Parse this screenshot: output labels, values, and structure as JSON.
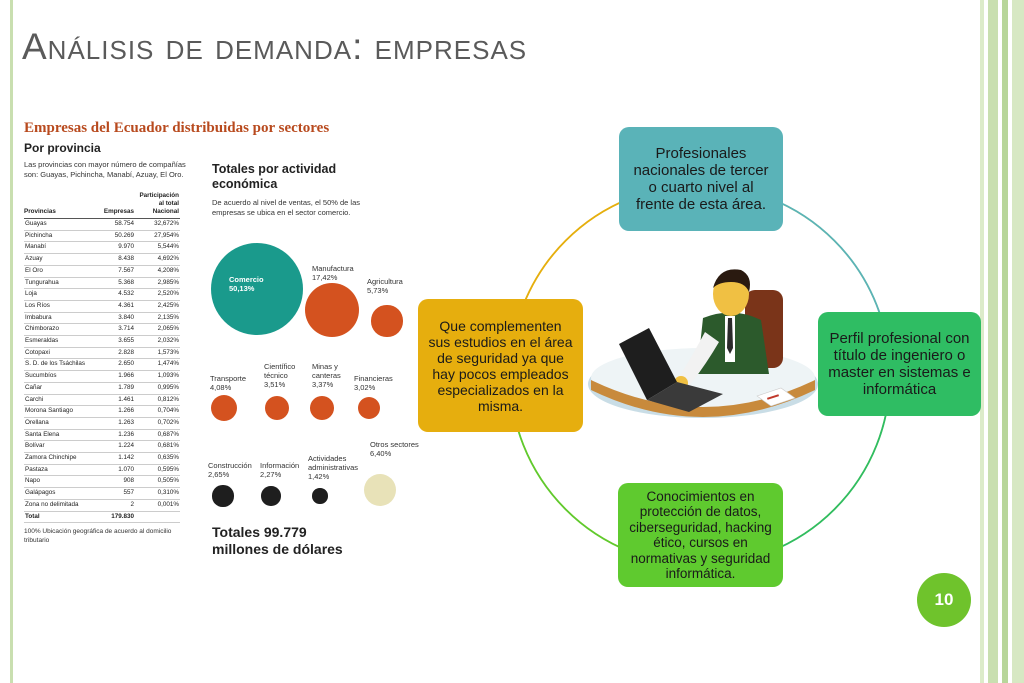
{
  "slide": {
    "title": "Análisis de demanda: empresas",
    "page_number": "10"
  },
  "infographic": {
    "title": "Empresas del Ecuador distribuidas por sectores",
    "subtitle": "Por provincia",
    "description": "Las provincias con mayor número de compañías son: Guayas, Pichincha, Manabí, Azuay, El Oro.",
    "table": {
      "headers": [
        "Provincias",
        "Empresas",
        "Participación al total Nacional"
      ],
      "rows": [
        [
          "Guayas",
          "58.754",
          "32,672%"
        ],
        [
          "Pichincha",
          "50.269",
          "27,954%"
        ],
        [
          "Manabí",
          "9.970",
          "5,544%"
        ],
        [
          "Azuay",
          "8.438",
          "4,692%"
        ],
        [
          "El Oro",
          "7.567",
          "4,208%"
        ],
        [
          "Tungurahua",
          "5.368",
          "2,985%"
        ],
        [
          "Loja",
          "4.532",
          "2,520%"
        ],
        [
          "Los Ríos",
          "4.361",
          "2,425%"
        ],
        [
          "Imbabura",
          "3.840",
          "2,135%"
        ],
        [
          "Chimborazo",
          "3.714",
          "2,065%"
        ],
        [
          "Esmeraldas",
          "3.655",
          "2,032%"
        ],
        [
          "Cotopaxi",
          "2.828",
          "1,573%"
        ],
        [
          "S. D. de los Tsáchilas",
          "2.650",
          "1,474%"
        ],
        [
          "Sucumbíos",
          "1.966",
          "1,093%"
        ],
        [
          "Cañar",
          "1.789",
          "0,995%"
        ],
        [
          "Carchi",
          "1.461",
          "0,812%"
        ],
        [
          "Morona Santiago",
          "1.266",
          "0,704%"
        ],
        [
          "Orellana",
          "1.263",
          "0,702%"
        ],
        [
          "Santa Elena",
          "1.236",
          "0,687%"
        ],
        [
          "Bolívar",
          "1.224",
          "0,681%"
        ],
        [
          "Zamora Chinchipe",
          "1.142",
          "0,635%"
        ],
        [
          "Pastaza",
          "1.070",
          "0,595%"
        ],
        [
          "Napo",
          "908",
          "0,505%"
        ],
        [
          "Galápagos",
          "557",
          "0,310%"
        ],
        [
          "Zona no delimitada",
          "2",
          "0,001%"
        ]
      ],
      "total_label": "Total",
      "total_value": "179.830",
      "note": "100% Ubicación geográfica de acuerdo al domicilio tributario"
    },
    "activity": {
      "title": "Totales por actividad económica",
      "description": "De acuerdo al nivel de ventas, el 50% de las empresas se ubica en el sector comercio.",
      "sectors": [
        {
          "name": "Comercio",
          "pct": "50,13%",
          "value": 50.13,
          "color": "#1a9a8c"
        },
        {
          "name": "Manufactura",
          "pct": "17,42%",
          "value": 17.42,
          "color": "#d4521f"
        },
        {
          "name": "Agricultura",
          "pct": "5,73%",
          "value": 5.73,
          "color": "#d4521f"
        },
        {
          "name": "Transporte",
          "pct": "4,08%",
          "value": 4.08,
          "color": "#d4521f"
        },
        {
          "name": "Científico técnico",
          "pct": "3,51%",
          "value": 3.51,
          "color": "#d4521f"
        },
        {
          "name": "Minas y canteras",
          "pct": "3,37%",
          "value": 3.37,
          "color": "#d4521f"
        },
        {
          "name": "Financieras",
          "pct": "3,02%",
          "value": 3.02,
          "color": "#d4521f"
        },
        {
          "name": "Construcción",
          "pct": "2,65%",
          "value": 2.65,
          "color": "#1e1e1e"
        },
        {
          "name": "Información",
          "pct": "2,27%",
          "value": 2.27,
          "color": "#1e1e1e"
        },
        {
          "name": "Actividades administrativas",
          "pct": "1,42%",
          "value": 1.42,
          "color": "#1e1e1e"
        },
        {
          "name": "Otros sectores",
          "pct": "6,40%",
          "value": 6.4,
          "color": "#e8e2b8"
        }
      ],
      "totals": "Totales 99.779 millones de dólares"
    }
  },
  "cycle": {
    "top": "Profesionales nacionales de tercer o cuarto nivel al frente de esta área.",
    "right": "Perfil profesional con título de ingeniero o master en sistemas e informática",
    "bottom": "Conocimientos en protección de datos, ciberseguridad, hacking ético, cursos en normativas y seguridad informática.",
    "left": "Que complementen sus estudios en el área de seguridad ya que hay pocos empleados especializados en la misma."
  },
  "colors": {
    "accent_green": "#6fc32c",
    "stripe_green": "#c9dfb0"
  }
}
